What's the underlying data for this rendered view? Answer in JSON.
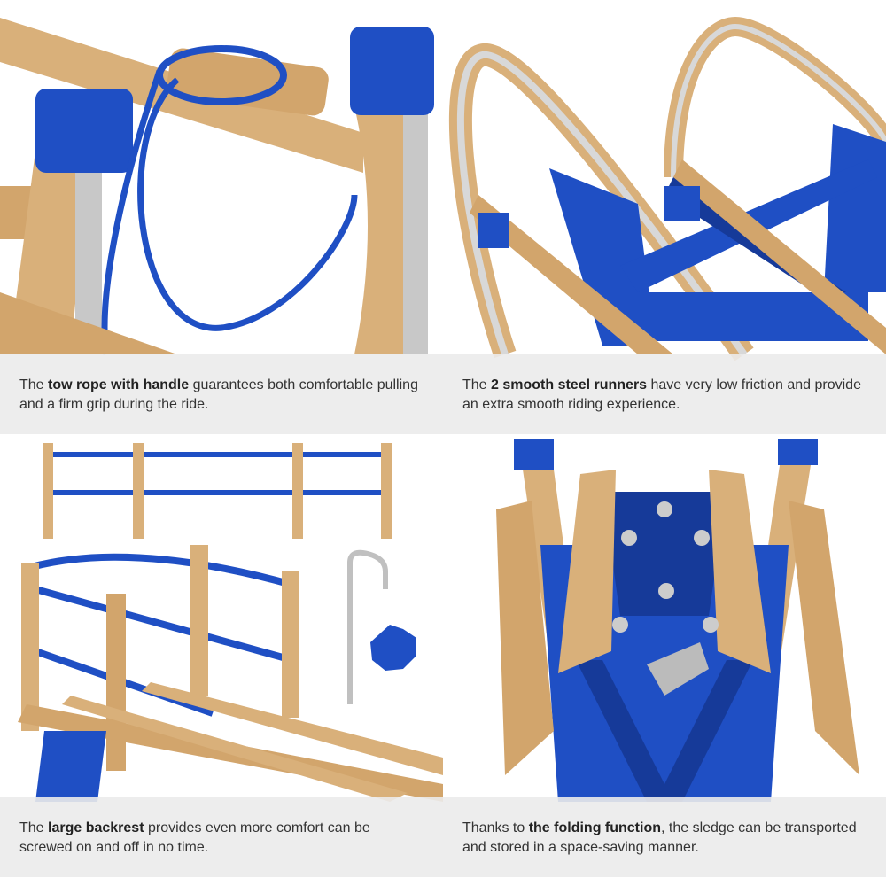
{
  "colors": {
    "wood": "#d9b07a",
    "wood_dark": "#b8874f",
    "blue": "#1f4fc4",
    "blue_dark": "#163a99",
    "steel": "#c8c8c8",
    "caption_bg": "#ebebeb"
  },
  "panels": [
    {
      "pre": "The ",
      "bold": "tow rope with handle",
      "post": " guarantees both comfortable pulling and a firm grip during the ride."
    },
    {
      "pre": "The ",
      "bold": "2 smooth steel runners",
      "post": " have very low friction and provide an extra smooth riding experience."
    },
    {
      "pre": "The ",
      "bold": "large backrest",
      "post": " provides even more comfort can be screwed on and off in no time."
    },
    {
      "pre": "Thanks to ",
      "bold": "the folding function",
      "post": ", the sledge can be transported and stored in a space-saving manner."
    }
  ]
}
